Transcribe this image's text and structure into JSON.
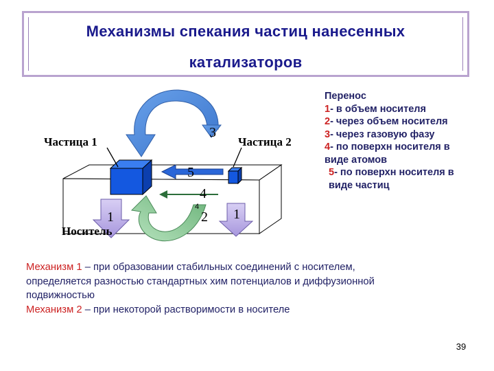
{
  "title": {
    "line1": "Механизмы спекания частиц нанесенных",
    "line2": "катализаторов"
  },
  "diagram": {
    "particle1_label": "Частица 1",
    "particle2_label": "Частица 2",
    "carrier_label": "Носитель",
    "arrow_numbers": {
      "n3": "3",
      "n5": "5",
      "n4_large": "4",
      "n4_small": "4",
      "n2": "2",
      "n1_left": "1",
      "n1_right": "1"
    },
    "colors": {
      "cube_blue": "#1458e0",
      "blue_arrow": "#4a86d8",
      "lavender_arrow": "#c0b2e8",
      "green_arrow": "#8fc99a"
    }
  },
  "legend": {
    "heading": "Перенос",
    "items": [
      {
        "num": "1",
        "text": "- в объем носителя"
      },
      {
        "num": "2",
        "text": "- через объем носителя"
      },
      {
        "num": "3",
        "text": "- через газовую фазу"
      },
      {
        "num": "4",
        "text": "- по поверхн носителя в"
      },
      {
        "num": "",
        "text": "виде атомов"
      },
      {
        "num": "5",
        "text": "- по поверхн носителя в"
      },
      {
        "num": "",
        "text": "виде частиц"
      }
    ]
  },
  "mechanisms": {
    "m1_label": "Механизм 1",
    "m1_text_line1": " – при образовании стабильных соединений с носителем,",
    "m1_text_line2": "определяется разностью стандартных хим потенциалов и диффузионной",
    "m1_text_line3": " подвижностью",
    "m2_label": "Механизм 2",
    "m2_text": " – при некоторой растворимости в носителе"
  },
  "page_number": "39"
}
